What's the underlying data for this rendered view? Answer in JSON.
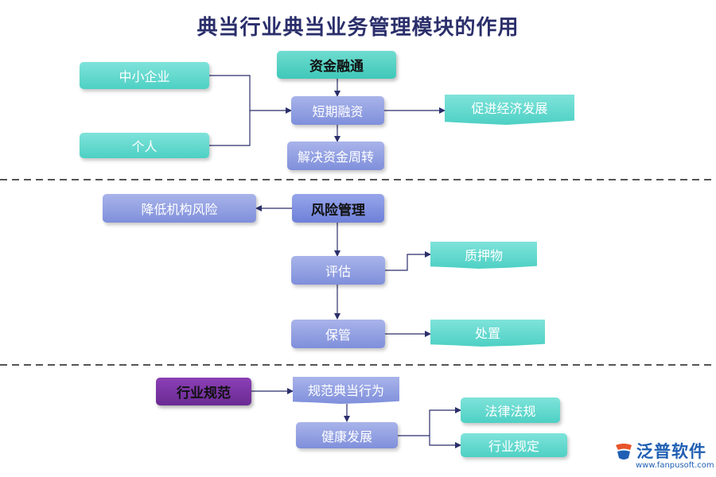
{
  "title": "典当行业典当业务管理模块的作用",
  "section1": {
    "head": "资金融通",
    "inputs": [
      "中小企业",
      "个人"
    ],
    "center": "短期融资",
    "below": "解决资金周转",
    "result": "促进经济发展"
  },
  "section2": {
    "head": "风险管理",
    "left": "降低机构风险",
    "step1": "评估",
    "step1_out": "质押物",
    "step2": "保管",
    "step2_out": "处置"
  },
  "section3": {
    "head": "行业规范",
    "step1": "规范典当行为",
    "step2": "健康发展",
    "outs": [
      "法律法规",
      "行业规定"
    ]
  },
  "logo": {
    "name": "泛普软件",
    "url": "www.fanpusoft.com"
  },
  "colors": {
    "teal": "#4ed0c4",
    "blue": "#7f8fdb",
    "purple": "#6a2b93",
    "line": "#2b2f6b"
  }
}
